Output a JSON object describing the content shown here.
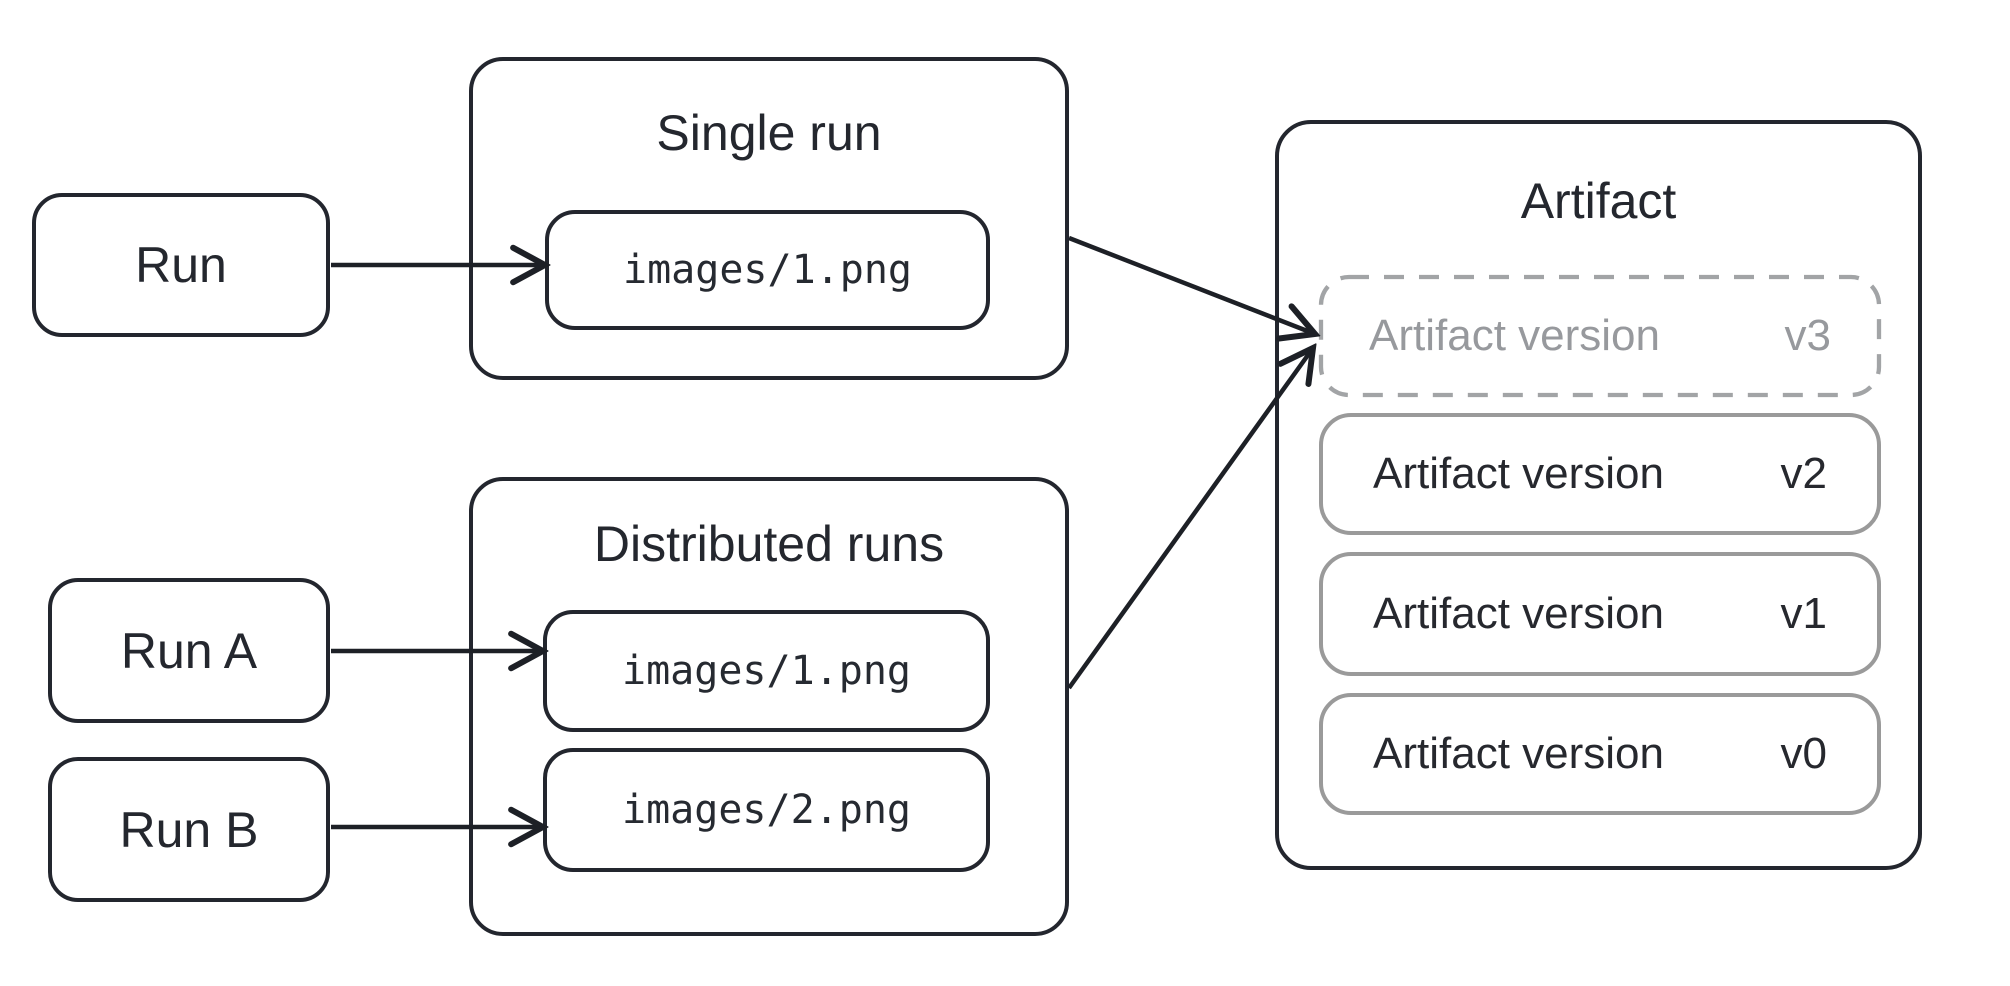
{
  "diagram": {
    "single_run_group": {
      "title": "Single run",
      "run": {
        "label": "Run"
      },
      "file": {
        "path": "images/1.png"
      }
    },
    "distributed_runs_group": {
      "title": "Distributed runs",
      "run_a": {
        "label": "Run A"
      },
      "run_b": {
        "label": "Run B"
      },
      "file_1": {
        "path": "images/1.png"
      },
      "file_2": {
        "path": "images/2.png"
      }
    },
    "artifact_group": {
      "title": "Artifact",
      "versions": [
        {
          "label": "Artifact version",
          "version": "v3"
        },
        {
          "label": "Artifact version",
          "version": "v2"
        },
        {
          "label": "Artifact version",
          "version": "v1"
        },
        {
          "label": "Artifact version",
          "version": "v0"
        }
      ]
    },
    "colors": {
      "outline_dark": "#23262e",
      "outline_gray": "#9a9a9a",
      "outline_dashed_gray": "#a2a4a6",
      "text_dark": "#24272e",
      "text_gray": "#97999d",
      "arrow": "#1d2026",
      "background": "#ffffff"
    }
  }
}
